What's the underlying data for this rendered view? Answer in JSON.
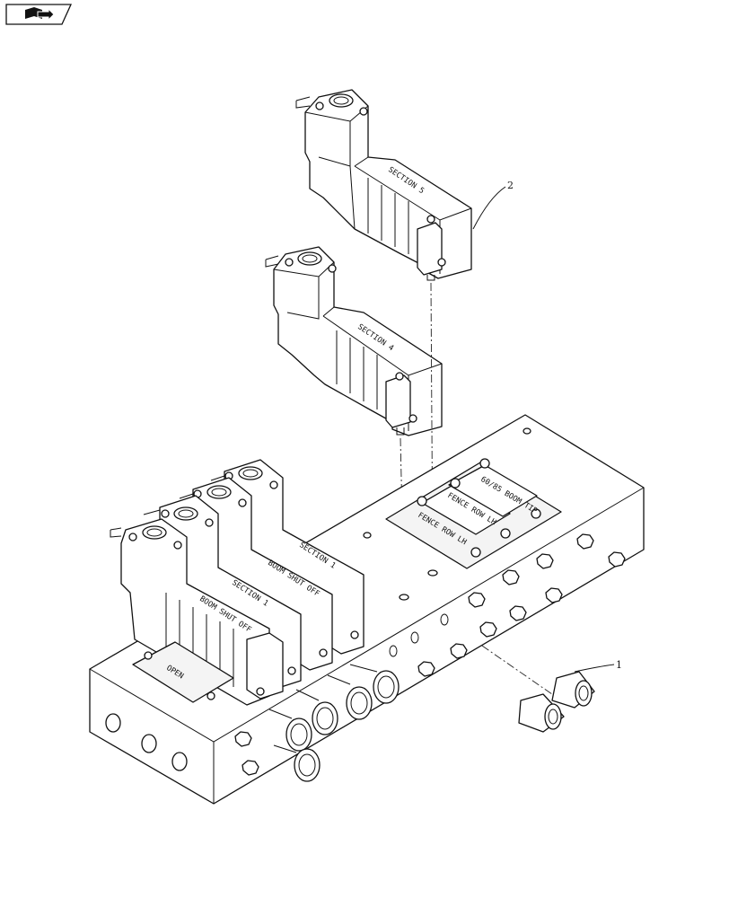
{
  "nav": {
    "icon": "book-arrow-icon"
  },
  "callouts": [
    {
      "number": "1"
    },
    {
      "number": "2"
    }
  ],
  "labels": {
    "section5": "SECTION 5",
    "section4": "SECTION 4",
    "section1": "SECTION 1",
    "section1b": "SECTION 1",
    "boom_shut_off_1": "BOOM SHUT OFF",
    "boom_shut_off_2": "BOOM SHUT OFF",
    "open": "OPEN",
    "boom_tip": "60/85 BOOM TIP",
    "fence_row_1": "FENCE ROW LH",
    "fence_row_2": "FENCE ROW LH"
  }
}
